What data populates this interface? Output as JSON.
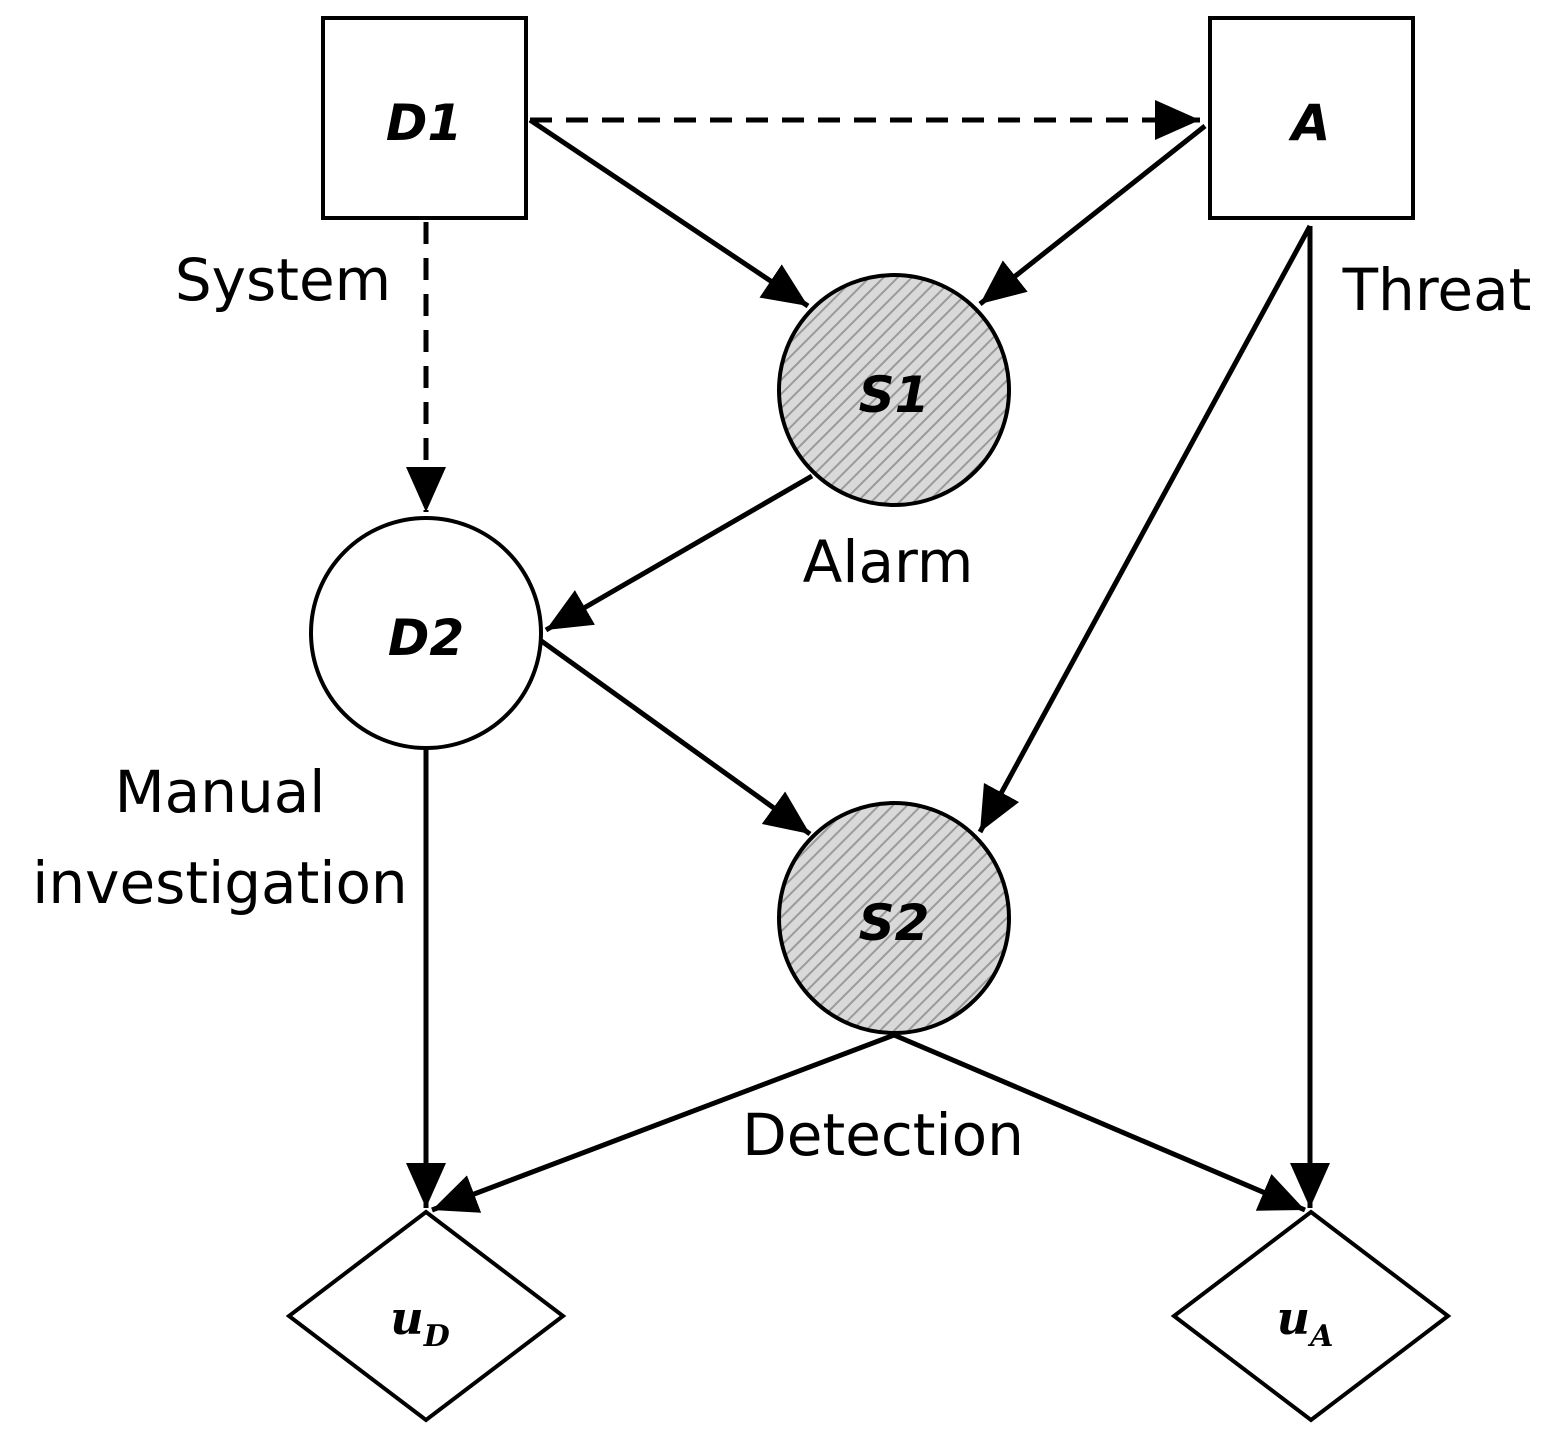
{
  "nodes": {
    "d1": {
      "label": "D1"
    },
    "a": {
      "label": "A"
    },
    "s1": {
      "label": "S1"
    },
    "d2": {
      "label": "D2"
    },
    "s2": {
      "label": "S2"
    },
    "ud": {
      "base": "u",
      "sub": "D"
    },
    "ua": {
      "base": "u",
      "sub": "A"
    }
  },
  "annotations": {
    "system": "System",
    "threat": "Threat",
    "alarm": "Alarm",
    "manual_line1": "Manual",
    "manual_line2": "investigation",
    "detection": "Detection"
  },
  "colors": {
    "hatch_light": "#d9d9d9",
    "hatch_dark": "#9a9a9a",
    "stroke": "#000000"
  }
}
